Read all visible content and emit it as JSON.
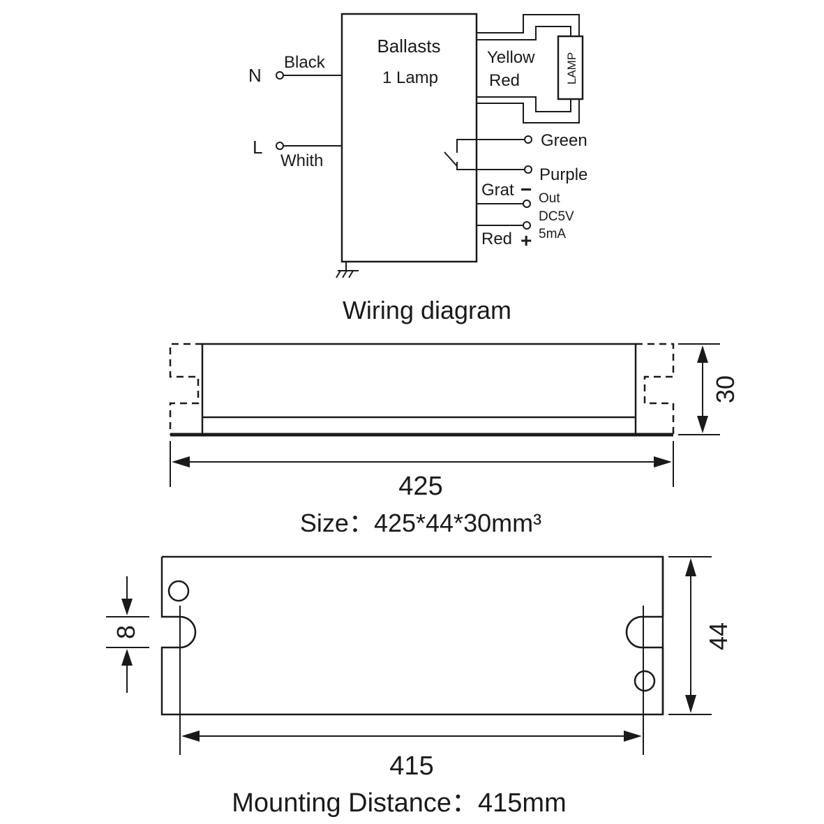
{
  "wiring": {
    "box_title": "Ballasts",
    "box_subtitle": "1 Lamp",
    "n_terminal": "N",
    "l_terminal": "L",
    "black_wire": "Black",
    "white_wire": "Whith",
    "yellow_wire": "Yellow",
    "red_wire": "Red",
    "lamp_label": "LAMP",
    "green_wire": "Green",
    "purple_wire": "Purple",
    "grat_wire": "Grat",
    "red_plus_wire": "Red",
    "minus_sign": "−",
    "plus_sign": "+",
    "out_label": "Out",
    "dc_label": "DC5V",
    "ma_label": "5mA",
    "caption": "Wiring diagram"
  },
  "side_view": {
    "height_dim": "30",
    "length_dim": "425",
    "caption": "Size：425*44*30mm³"
  },
  "top_view": {
    "slot_dim": "8",
    "width_dim": "44",
    "mount_dim": "415",
    "caption_prefix": "Mounting  Distance",
    "caption_sep": "：",
    "caption_value": "415mm"
  }
}
